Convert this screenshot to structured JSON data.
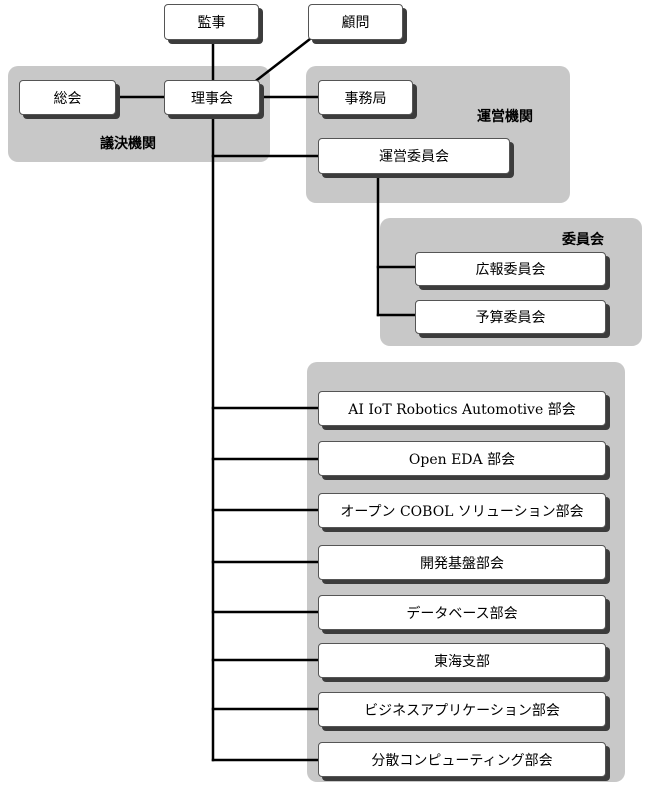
{
  "groups": {
    "decision": "議決機関",
    "operations": "運営機関",
    "committees": "委員会"
  },
  "nodes": {
    "audit": "監事",
    "advisor": "顧問",
    "general_assembly": "総会",
    "board": "理事会",
    "secretariat": "事務局",
    "steering_committee": "運営委員会",
    "pr_committee": "広報委員会",
    "budget_committee": "予算委員会"
  },
  "divisions": [
    "AI IoT Robotics Automotive 部会",
    "Open EDA 部会",
    "オープン COBOL ソリューション部会",
    "開発基盤部会",
    "データベース部会",
    "東海支部",
    "ビジネスアプリケーション部会",
    "分散コンピューティング部会"
  ]
}
